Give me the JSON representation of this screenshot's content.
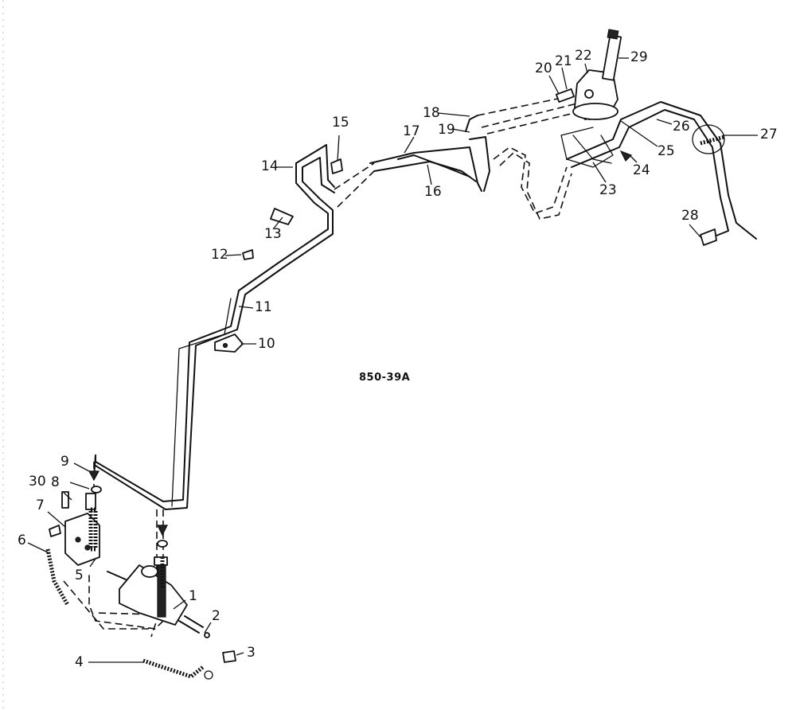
{
  "figure": {
    "code": "850-39A",
    "callouts": [
      "1",
      "2",
      "3",
      "4",
      "5",
      "6",
      "7",
      "8",
      "9",
      "10",
      "11",
      "12",
      "13",
      "14",
      "15",
      "16",
      "17",
      "18",
      "19",
      "20",
      "21",
      "22",
      "23",
      "24",
      "25",
      "26",
      "27",
      "28",
      "29",
      "30"
    ]
  }
}
